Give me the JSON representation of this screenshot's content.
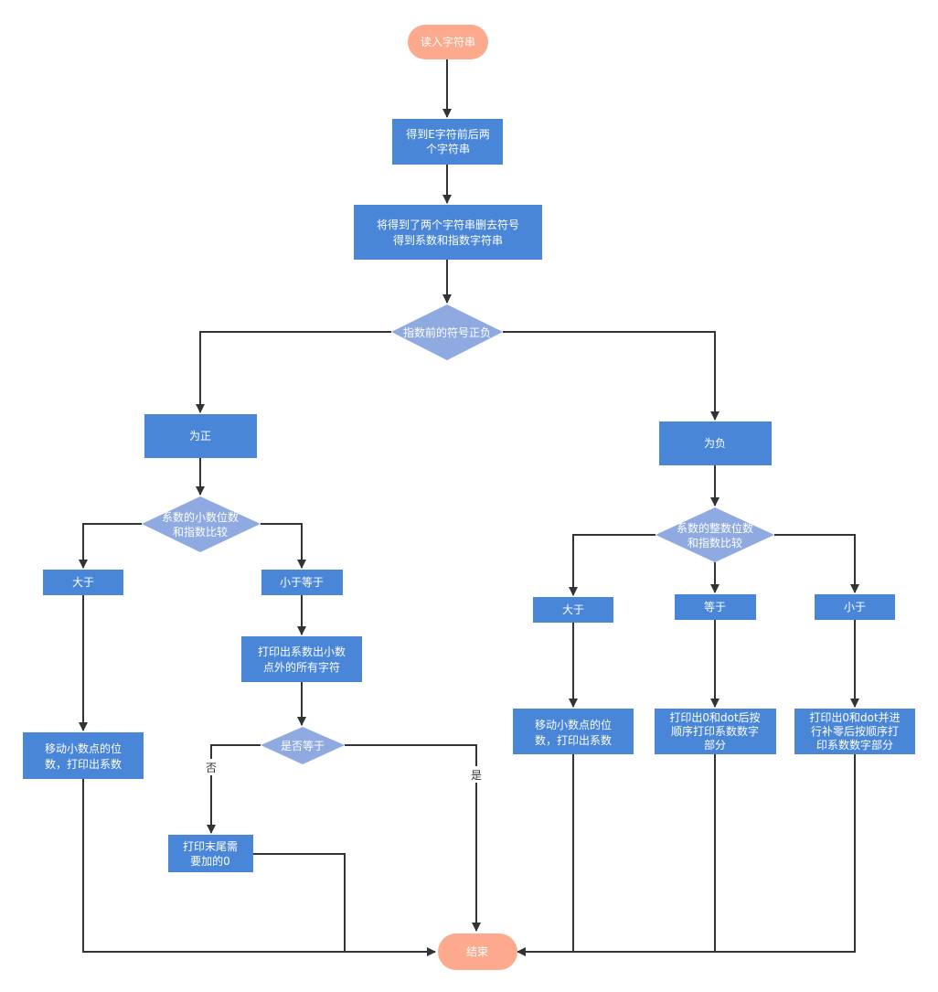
{
  "colors": {
    "terminal": "#fca98d",
    "process": "#4a86d8",
    "decision": "#8faae0",
    "edge": "#333333",
    "text": "#ffffff"
  },
  "nodes": {
    "start": "读入字符串",
    "split": [
      "得到E字符前后两",
      "个字符串"
    ],
    "strip": [
      "将得到了两个字符串删去符号",
      "得到系数和指数字符串"
    ],
    "sign_check": "指数前的符号正负",
    "positive": "为正",
    "negative": "为负",
    "pos_compare": [
      "系数的小数位数",
      "和指数比较"
    ],
    "neg_compare": [
      "系数的整数位数",
      "和指数比较"
    ],
    "pos_greater": "大于",
    "pos_less_equal": "小于等于",
    "neg_greater": "大于",
    "neg_equal": "等于",
    "neg_less": "小于",
    "pos_greater_action": [
      "移动小数点的位",
      "数，打印出系数"
    ],
    "pos_print_all": [
      "打印出系数出小数",
      "点外的所有字符"
    ],
    "is_equal": "是否等于",
    "print_trailing": [
      "打印末尾需",
      "要加的0"
    ],
    "neg_greater_action": [
      "移动小数点的位",
      "数，打印出系数"
    ],
    "neg_equal_action": [
      "打印出0和dot后按",
      "顺序打印系数数字",
      "部分"
    ],
    "neg_less_action": [
      "打印出0和dot并进",
      "行补零后按顺序打",
      "印系数数字部分"
    ],
    "end": "结束"
  },
  "edge_labels": {
    "no": "否",
    "yes": "是"
  }
}
